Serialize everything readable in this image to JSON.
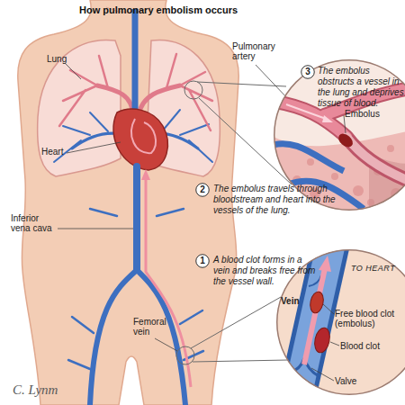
{
  "diagram": {
    "title": "How pulmonary embolism occurs",
    "nodes": [
      {
        "text": [
          "Embolus"
        ]
      },
      {
        "text": [
          "3"
        ]
      },
      {
        "text": [
          "2"
        ]
      },
      {
        "text": [
          "1"
        ]
      },
      {
        "text": [
          "TO HEART",
          "Vein",
          "Free blood clot (embolus)",
          "Blood clot",
          "Valve"
        ]
      }
    ],
    "labels": [
      "Lung",
      "Pulmonary artery",
      "The embolus obstructs a vessel in the lung and deprives tissue of blood.",
      "Heart",
      "The embolus travels through bloodstream and heart into the vessels of the lung.",
      "Inferior vena cava",
      "A blood clot forms in a vein and breaks free from the vessel wall.",
      "Femoral vein",
      "C. Lynm"
    ]
  }
}
